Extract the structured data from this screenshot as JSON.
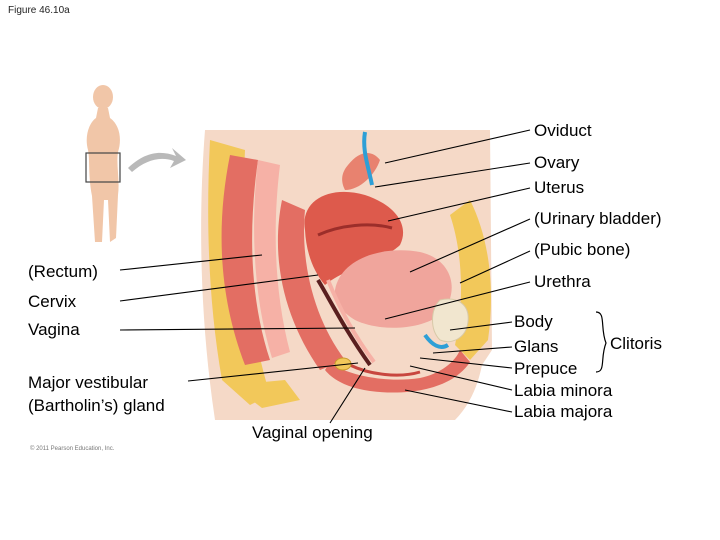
{
  "figure_label": "Figure 46.10a",
  "credit": "© 2011 Pearson Education, Inc.",
  "labels": {
    "oviduct": "Oviduct",
    "ovary": "Ovary",
    "uterus": "Uterus",
    "urinary_bladder": "(Urinary bladder)",
    "pubic_bone": "(Pubic bone)",
    "urethra": "Urethra",
    "rectum": "(Rectum)",
    "cervix": "Cervix",
    "vagina": "Vagina",
    "major_vestibular_line1": "Major vestibular",
    "major_vestibular_line2": "(Bartholin’s) gland",
    "vaginal_opening": "Vaginal opening",
    "body": "Body",
    "glans": "Glans",
    "prepuce": "Prepuce",
    "clitoris": "Clitoris",
    "labia_minora": "Labia minora",
    "labia_majora": "Labia majora"
  },
  "colors": {
    "skin": "#f5d9c7",
    "fat": "#f2c85a",
    "muscle": "#e36e63",
    "muscle_dark": "#c8463f",
    "bladder": "#f0a59c",
    "uterus": "#dd5a4c",
    "mucosa": "#f6b1a6",
    "bone": "#f1e6cf",
    "blue_accent": "#2e9fd6",
    "silhouette": "#f1c6a8",
    "leader": "#000000"
  }
}
